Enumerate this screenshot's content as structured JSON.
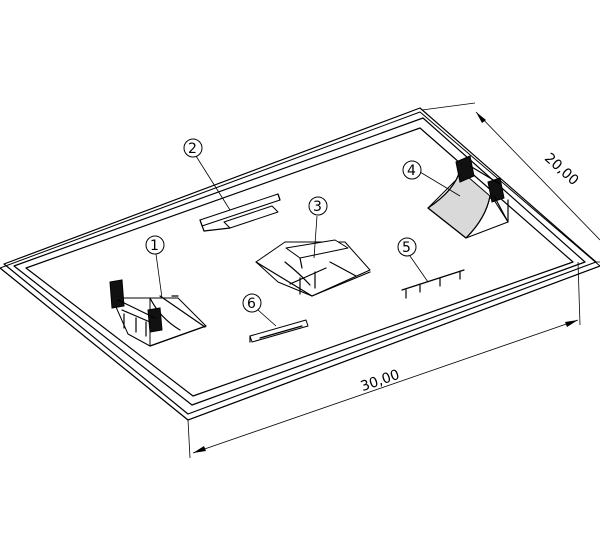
{
  "dimensions": {
    "length": "30,00",
    "width": "20,00"
  },
  "callouts": [
    {
      "id": "1",
      "part": "quarter-pipe-ramp-left"
    },
    {
      "id": "2",
      "part": "flat-box-ledge"
    },
    {
      "id": "3",
      "part": "pyramid-funbox"
    },
    {
      "id": "4",
      "part": "quarter-pipe-ramp-right"
    },
    {
      "id": "5",
      "part": "flat-rail"
    },
    {
      "id": "6",
      "part": "low-ledge"
    }
  ]
}
